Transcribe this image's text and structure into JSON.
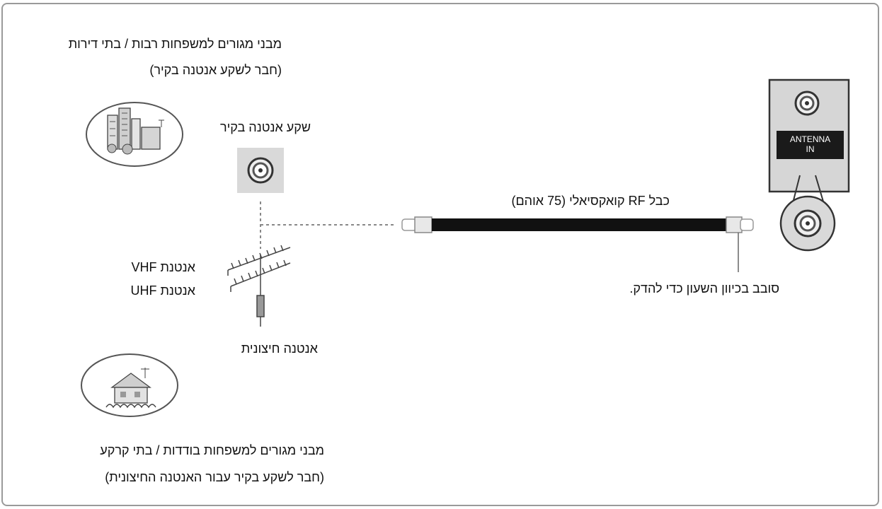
{
  "labels": {
    "apartments_line1": "מבני מגורים למשפחות רבות / בתי דירות",
    "apartments_line2": "(חבר לשקע אנטנה בקיר)",
    "wall_socket": "שקע אנטנה בקיר",
    "cable": "כבל RF קואקסיאלי (75 אוהם)",
    "vhf": "אנטנת VHF",
    "uhf": "אנטנת UHF",
    "outdoor_antenna": "אנטנה חיצונית",
    "tighten": "סובב בכיוון השעון כדי להדק.",
    "houses_line1": "מבני מגורים למשפחות בודדות / בתי קרקע",
    "houses_line2": "(חבר לשקע בקיר עבור האנטנה החיצונית)",
    "antenna_in_line1": "ANTENNA",
    "antenna_in_line2": "IN"
  },
  "colors": {
    "frame": "#9a9a9a",
    "socket_bg": "#d9d9d9",
    "cable": "#111111",
    "panel_bg": "#d6d6d6",
    "antenna_label_bg": "#1a1a1a"
  }
}
